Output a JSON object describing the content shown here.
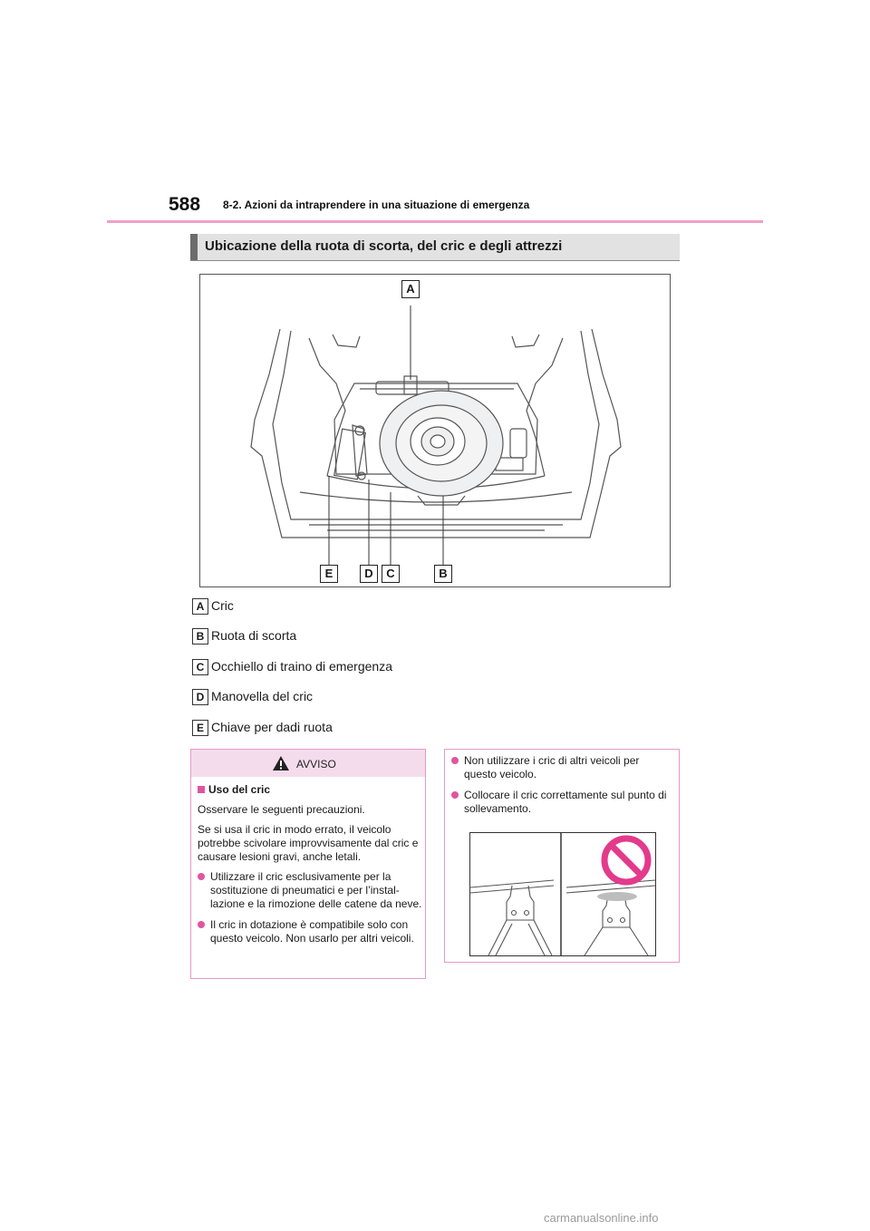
{
  "header": {
    "page_number": "588",
    "section": "8-2. Azioni da intraprendere in una situazione di emergenza"
  },
  "section_title": "Ubicazione della ruota di scorta, del cric e degli attrezzi",
  "figure": {
    "callouts": [
      "A",
      "E",
      "D",
      "C",
      "B"
    ]
  },
  "legend": [
    {
      "letter": "A",
      "text": "Cric"
    },
    {
      "letter": "B",
      "text": "Ruota di scorta"
    },
    {
      "letter": "C",
      "text": "Occhiello di traino di emergenza"
    },
    {
      "letter": "D",
      "text": "Manovella del cric"
    },
    {
      "letter": "E",
      "text": "Chiave per dadi ruota"
    }
  ],
  "warning": {
    "label": "AVVISO",
    "subhead": "Uso del cric",
    "intro": "Osservare le seguenti precauzioni.",
    "para": "Se si usa il cric in modo errato, il veicolo potrebbe scivolare improvvisamente dal cric e causare lesioni gravi, anche letali.",
    "bullets": [
      "Utilizzare il cric esclusivamente per la sostituzione di pneumatici e per l’instal-lazione e la rimozione delle catene da neve.",
      "Il cric in dotazione è compatibile solo con questo veicolo. Non usarlo per altri veicoli."
    ]
  },
  "right_column": {
    "bullets": [
      "Non utilizzare i cric di altri veicoli per questo veicolo.",
      "Collocare il cric correttamente sul punto di sollevamento."
    ]
  },
  "watermark": "carmanualsonline.info",
  "colors": {
    "accent": "#e0559f",
    "header_rule": "#f0a0c8",
    "warning_fill": "#f4dced",
    "prohibit": "#e33a8c"
  }
}
